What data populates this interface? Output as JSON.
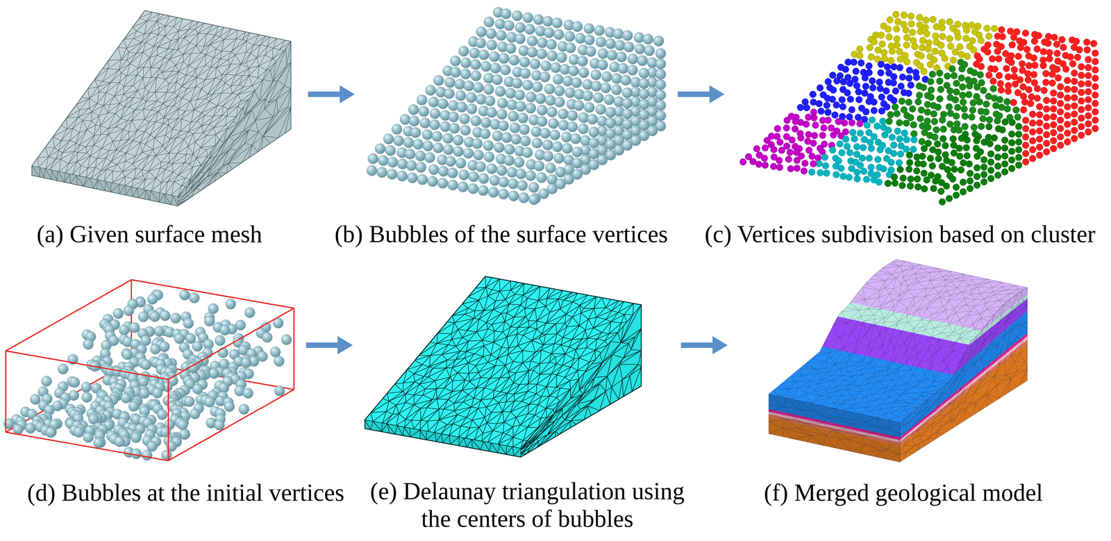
{
  "diagram": {
    "nodes": [
      {
        "text": [
          "(a) Given surface mesh"
        ]
      },
      {
        "text": [
          "(b) Bubbles of the surface vertices"
        ]
      },
      {
        "text": [
          "(c) Vertices subdivision based on cluster"
        ]
      },
      {
        "text": [
          "(d) Bubbles at the initial vertices"
        ]
      },
      {
        "text": [
          "(e) Delaunay triangulation using the centers of bubbles"
        ]
      },
      {
        "text": [
          "(f) Merged geological model"
        ]
      }
    ],
    "edges": [
      {
        "from": 0,
        "to": 1,
        "arrow": "to"
      },
      {
        "from": 1,
        "to": 2,
        "arrow": "to"
      },
      {
        "from": 3,
        "to": 4,
        "arrow": "to"
      },
      {
        "from": 4,
        "to": 5,
        "arrow": "to"
      }
    ]
  }
}
